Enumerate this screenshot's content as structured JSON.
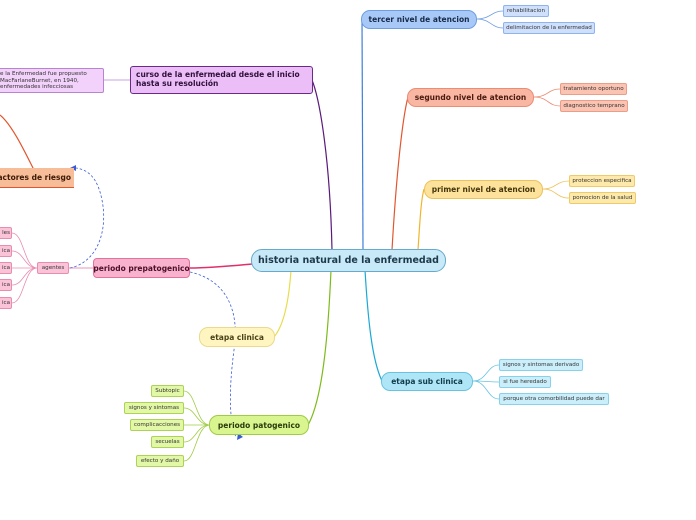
{
  "center": {
    "label": "historia natural de la enfermedad"
  },
  "branches": {
    "tercer_nivel": {
      "label": "tercer nivel de atencion",
      "leaves": [
        "rehabilitacion",
        "delimitacion de la enfermedad"
      ]
    },
    "segundo_nivel": {
      "label": "segundo nivel de atencion",
      "leaves": [
        "tratamiento oportuno",
        "diagnostico temprano"
      ]
    },
    "primer_nivel": {
      "label": "primer nivel de atencion",
      "leaves": [
        "proteccion especifica",
        "pomocion de la salud"
      ]
    },
    "etapa_sub_clinica": {
      "label": "etapa  sub clinica",
      "leaves": [
        "signos y sintomas derivado",
        "si fue heredado",
        "porque otra  comorbilidad puede dar"
      ]
    },
    "periodo_patogenico": {
      "label": "periodo patogenico",
      "leaves": [
        "Subtopic",
        "signos y sintomas",
        "complicacciones",
        "secuelas",
        "efecto y  daño"
      ]
    },
    "etapa_clinica": {
      "label": "etapa  clinica"
    },
    "periodo_prepatogenico": {
      "label": "periodo prepatogenico",
      "agentes": {
        "label": "agentes",
        "leaves": [
          "les",
          "ica",
          "ica",
          "ica",
          "ica"
        ]
      }
    },
    "factores_riesgo": {
      "label": "factores de riesgo"
    },
    "curso": {
      "label": "curso de la enfermedad desde el inicio hasta su resolución",
      "note": "e la Enfermedad fue propuesto MacFarlaneBurnet, en 1940, enfermedades infecciosas"
    }
  }
}
